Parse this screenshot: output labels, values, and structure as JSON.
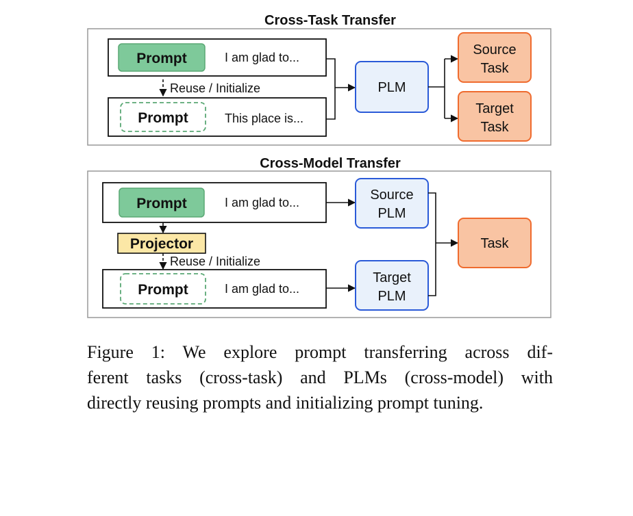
{
  "cross_task": {
    "title": "Cross-Task Transfer",
    "prompt_top": "Prompt",
    "input_top": "I am glad to...",
    "reuse_label": "Reuse / Initialize",
    "prompt_bottom": "Prompt",
    "input_bottom": "This place is...",
    "plm": "PLM",
    "source_task": [
      "Source",
      "Task"
    ],
    "target_task": [
      "Target",
      "Task"
    ]
  },
  "cross_model": {
    "title": "Cross-Model Transfer",
    "prompt_top": "Prompt",
    "input_top": "I am glad to...",
    "projector": "Projector",
    "reuse_label": "Reuse / Initialize",
    "prompt_bottom": "Prompt",
    "input_bottom": "I am glad to...",
    "source_plm": [
      "Source",
      "PLM"
    ],
    "target_plm": [
      "Target",
      "PLM"
    ],
    "task": "Task"
  },
  "caption": {
    "lines": [
      "Figure 1:  We explore prompt transferring across dif-",
      "ferent tasks (cross-task) and PLMs (cross-model) with",
      "directly reusing prompts and initializing prompt tuning."
    ]
  },
  "colors": {
    "prompt_fill": "#7ec99a",
    "prompt_stroke": "#5aa874",
    "plm_fill": "#e9f1fb",
    "plm_stroke": "#2a5ad8",
    "task_fill": "#f9c4a3",
    "task_stroke": "#ef6b2e",
    "projector_fill": "#fbe7a6"
  }
}
